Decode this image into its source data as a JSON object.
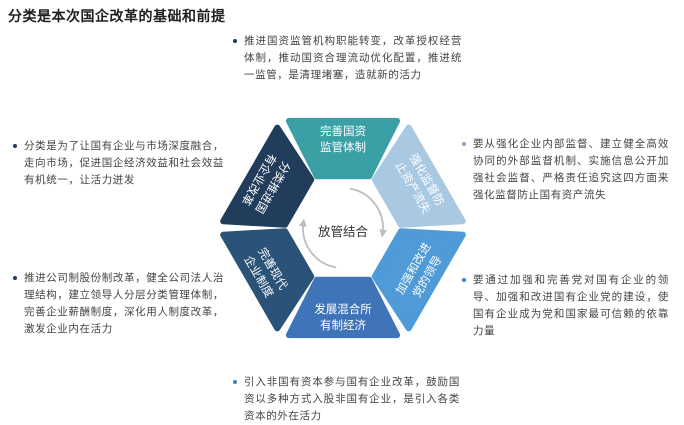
{
  "title": "分类是本次国企改革的基础和前提",
  "center": "放管结合",
  "segments": [
    {
      "lines": [
        "完善国资",
        "监管体制"
      ],
      "color": "#3aa0a6"
    },
    {
      "lines": [
        "强化监督防",
        "止资产流失"
      ],
      "color": "#a9c8e2"
    },
    {
      "lines": [
        "加强和改进",
        "党的领导"
      ],
      "color": "#4e9bd8"
    },
    {
      "lines": [
        "发展混合所",
        "有制经济"
      ],
      "color": "#3f74b8"
    },
    {
      "lines": [
        "完善现代",
        "企业制度"
      ],
      "color": "#2b5277"
    },
    {
      "lines": [
        "分类推进国",
        "有企业改革"
      ],
      "color": "#213d5b"
    }
  ],
  "notes": {
    "top": "推进国资监管机构职能转变，改革授权经营体制，推动国资合理流动优化配置，推进统一监管，是清理堵塞，造就新的活力",
    "left1": "分类是为了让国有企业与市场深度融合，走向市场，促进国企经济效益和社会效益有机统一，让活力迸发",
    "left2": "推进公司制股份制改革，健全公司法人治理结构，建立领导人分层分类管理体制，完善企业薪酬制度，深化用人制度改革，激发企业内在活力",
    "right1": "要从强化企业内部监督、建立健全高效协同的外部监督机制、实施信息公开加强社会监督、严格责任追究这四方面来强化监督防止国有资产流失",
    "right2": "要通过加强和完善党对国有企业的领导、加强和改进国有企业党的建设，使国有企业成为党和国家最可信赖的依靠力量",
    "bottom": "引入非国有资本参与国有企业改革，鼓励国资以多种方式入股非国有企业，是引入各类资本的外在活力"
  }
}
